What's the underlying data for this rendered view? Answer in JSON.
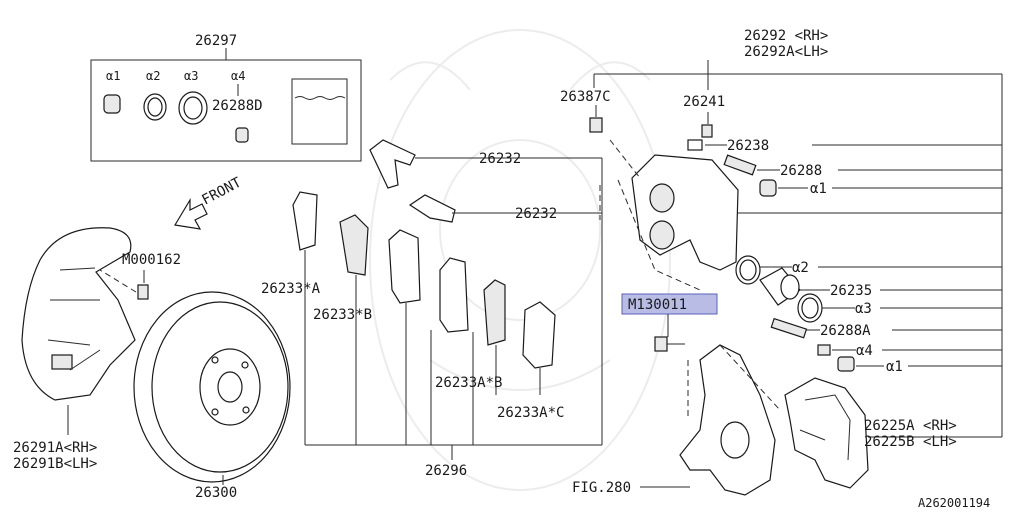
{
  "diagram": {
    "doc_code": "A262001194",
    "kit_number": "26297",
    "kit_items": [
      "α1",
      "α2",
      "α3",
      "α4"
    ],
    "kit_pin": "26288D",
    "callouts": {
      "caliper_rh": "26292 <RH>",
      "caliper_lh": "26292A<LH>",
      "bracket_bolt": "26387C",
      "bleeder": "26241",
      "bleeder_cap": "26238",
      "guide_pin": "26288",
      "boot_a1": "α1",
      "seal_a2": "α2",
      "piston": "26235",
      "dust_seal_a3": "α3",
      "guide_pin_a": "26288A",
      "boot_a4": "α4",
      "boot_a1_lower": "α1",
      "bracket_rh": "26225A <RH>",
      "bracket_lh": "26225B <LH>",
      "fig_ref": "FIG.280",
      "highlight_code": "M130011",
      "clip_upper": "26232",
      "clip_lower": "26232",
      "shim_a": "26233*A",
      "shim_b": "26233*B",
      "shim_ab": "26233A*B",
      "shim_ac": "26233A*C",
      "pad_set": "26296",
      "rotor": "26300",
      "cover_rh": "26291A<RH>",
      "cover_lh": "26291B<LH>",
      "screw": "M000162",
      "front_label": "FRONT"
    }
  }
}
